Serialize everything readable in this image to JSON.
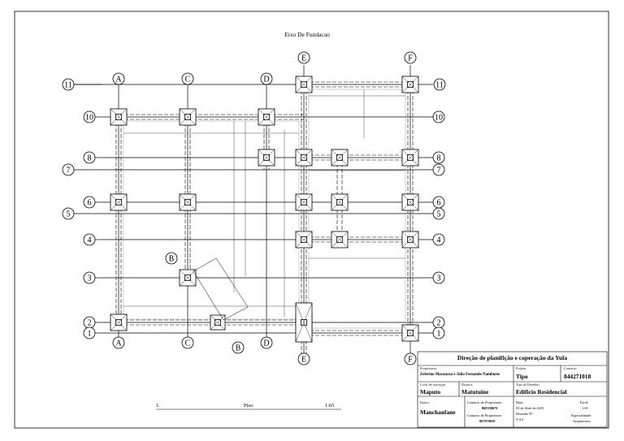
{
  "drawing": {
    "title": "Eixo De Fundacao",
    "grid_axes_top": [
      "A",
      "C",
      "D",
      "E",
      "F"
    ],
    "grid_axes_bottom": [
      "A",
      "C",
      "B",
      "D",
      "E",
      "F"
    ],
    "grid_axes_left": [
      "11",
      "10",
      "8",
      "7",
      "6",
      "5",
      "4",
      "3",
      "2",
      "1"
    ],
    "grid_axes_right": [
      "11",
      "10",
      "8",
      "7",
      "6",
      "5",
      "4",
      "3",
      "2",
      "1"
    ],
    "section_marks": [
      "B",
      "B"
    ]
  },
  "caption": {
    "number": "1.",
    "name": "Piso",
    "scale": "1:65"
  },
  "title_block": {
    "heading": "Direção de planifição e coperação da Yula",
    "proprietario_label": "Proprietario:",
    "proprietario": "Zeferino Macuácua e Júlia Fernando Nambuete",
    "projeto_label": "Projeto:",
    "projeto": "Tipo",
    "contacto_label": "Contacto:",
    "contacto": "844271018",
    "local_label": "Local de execução:",
    "local": "Maputo",
    "distrito_label": "Distrito:",
    "distrito": "Matutuine",
    "tipo_label": "Tipo de Desenho:",
    "tipo": "Edificio Residencial",
    "bairro_label": "Bairro:",
    "bairro": "Manchanfane",
    "contacto_prop1_label": "Contacto do Proprietario:",
    "contacto_prop1": "868358670",
    "contacto_prop2_label": "Contacto de Proprietario:",
    "contacto_prop2": "867979859",
    "data_label": "Data:",
    "data": "03 de Abril de 2025",
    "desenho_label": "Desenho Nº:",
    "desenho": "9-A4",
    "escal_label": "Escal:",
    "escal": "1:65",
    "especialidade_label": "Especialidade:",
    "especialidade": "Arquitectura"
  }
}
